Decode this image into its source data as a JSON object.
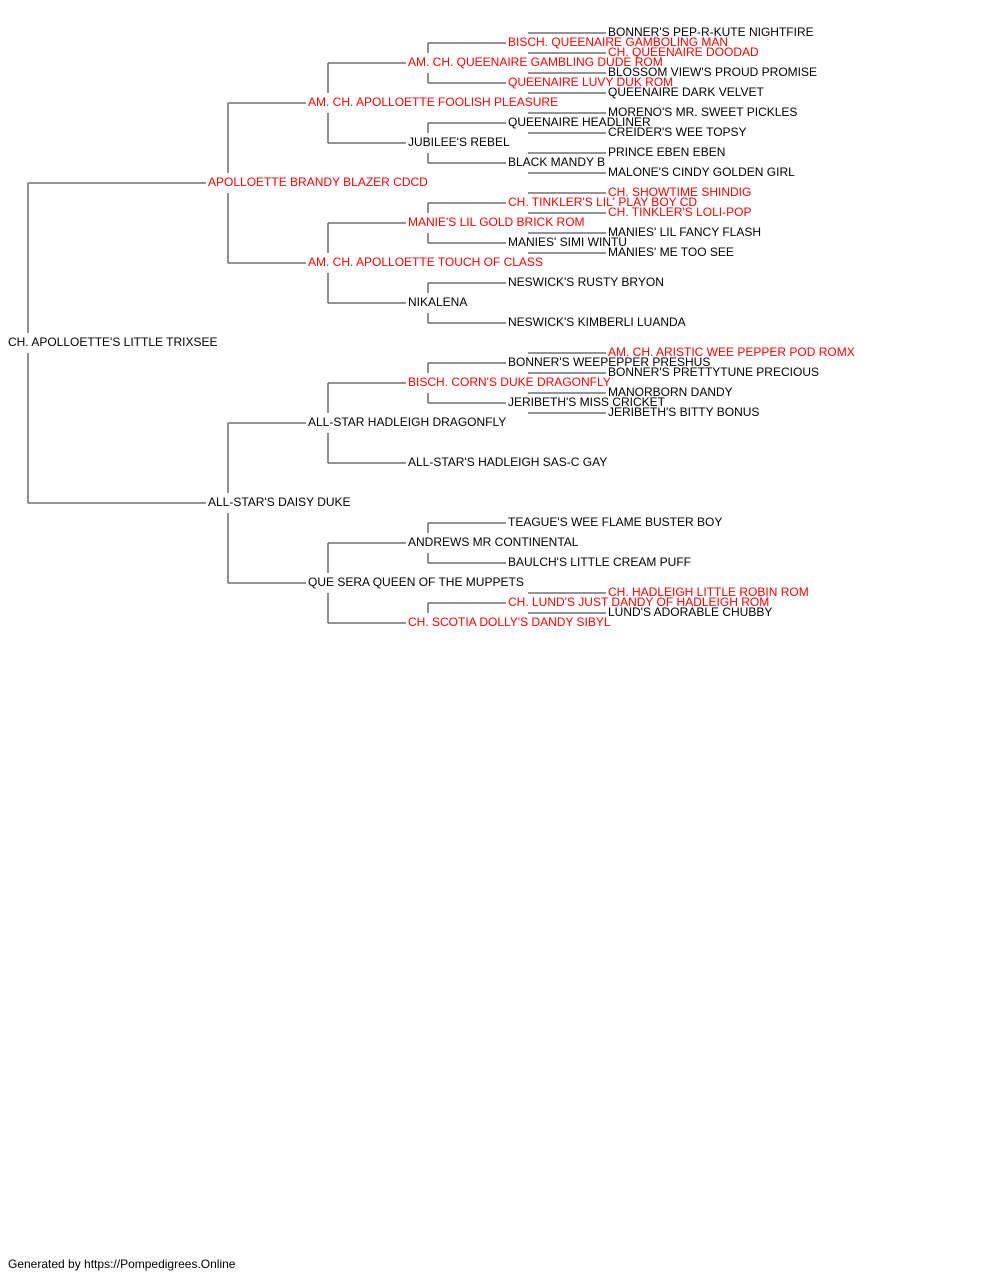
{
  "colors": {
    "champion": "#ff0000",
    "normal": "#000000",
    "line": "#555555"
  },
  "footer": "Generated by https://Pompedigrees.Online",
  "pedigree": {
    "name": "CH. APOLLOETTE'S LITTLE TRIXSEE",
    "title": false,
    "sire": {
      "name": "APOLLOETTE BRANDY BLAZER CDCD",
      "title": true,
      "sire": {
        "name": "AM. CH. APOLLOETTE FOOLISH PLEASURE",
        "title": true,
        "sire": {
          "name": "AM. CH. QUEENAIRE GAMBLING DUDE ROM",
          "title": true,
          "sire": {
            "name": "BISCH. QUEENAIRE GAMBOLING MAN",
            "title": true,
            "sire": {
              "name": "BONNER'S PEP-R-KUTE NIGHTFIRE",
              "title": false
            },
            "dam": {
              "name": "CH. QUEENAIRE DOODAD",
              "title": true
            }
          },
          "dam": {
            "name": "QUEENAIRE LUVY DUK ROM",
            "title": true,
            "sire": {
              "name": "BLOSSOM VIEW'S PROUD PROMISE",
              "title": false
            },
            "dam": {
              "name": "QUEENAIRE DARK VELVET",
              "title": false
            }
          }
        },
        "dam": {
          "name": "JUBILEE'S REBEL",
          "title": false,
          "sire": {
            "name": "QUEENAIRE HEADLINER",
            "title": false,
            "sire": {
              "name": "MORENO'S MR. SWEET PICKLES",
              "title": false
            },
            "dam": {
              "name": "CREIDER'S WEE TOPSY",
              "title": false
            }
          },
          "dam": {
            "name": "BLACK MANDY B",
            "title": false,
            "sire": {
              "name": "PRINCE EBEN EBEN",
              "title": false
            },
            "dam": {
              "name": "MALONE'S CINDY GOLDEN GIRL",
              "title": false
            }
          }
        }
      },
      "dam": {
        "name": "AM. CH. APOLLOETTE TOUCH OF CLASS",
        "title": true,
        "sire": {
          "name": "MANIE'S LIL GOLD BRICK ROM",
          "title": true,
          "sire": {
            "name": "CH. TINKLER'S LIL' PLAY BOY CD",
            "title": true,
            "sire": {
              "name": "CH. SHOWTIME SHINDIG",
              "title": true
            },
            "dam": {
              "name": "CH. TINKLER'S LOLI-POP",
              "title": true
            }
          },
          "dam": {
            "name": "MANIES' SIMI WINTU",
            "title": false,
            "sire": {
              "name": "MANIES' LIL FANCY FLASH",
              "title": false
            },
            "dam": {
              "name": "MANIES' ME TOO SEE",
              "title": false
            }
          }
        },
        "dam": {
          "name": "NIKALENA",
          "title": false,
          "sire": {
            "name": "NESWICK'S RUSTY BRYON",
            "title": false
          },
          "dam": {
            "name": "NESWICK'S KIMBERLI LUANDA",
            "title": false
          }
        }
      }
    },
    "dam": {
      "name": "ALL-STAR'S DAISY DUKE",
      "title": false,
      "sire": {
        "name": "ALL-STAR HADLEIGH DRAGONFLY",
        "title": false,
        "sire": {
          "name": "BISCH. CORN'S DUKE DRAGONFLY",
          "title": true,
          "sire": {
            "name": "BONNER'S WEEPEPPER PRESHUS",
            "title": false,
            "sire": {
              "name": "AM. CH. ARISTIC WEE PEPPER POD ROMX",
              "title": true
            },
            "dam": {
              "name": "BONNER'S PRETTYTUNE PRECIOUS",
              "title": false
            }
          },
          "dam": {
            "name": "JERIBETH'S MISS CRICKET",
            "title": false,
            "sire": {
              "name": "MANORBORN DANDY",
              "title": false
            },
            "dam": {
              "name": "JERIBETH'S BITTY BONUS",
              "title": false
            }
          }
        },
        "dam": {
          "name": "ALL-STAR'S HADLEIGH SAS-C GAY",
          "title": false
        }
      },
      "dam": {
        "name": "QUE SERA QUEEN OF THE MUPPETS",
        "title": false,
        "sire": {
          "name": "ANDREWS MR CONTINENTAL",
          "title": false,
          "sire": {
            "name": "TEAGUE'S WEE FLAME BUSTER BOY",
            "title": false
          },
          "dam": {
            "name": "BAULCH'S LITTLE CREAM PUFF",
            "title": false
          }
        },
        "dam": {
          "name": "CH. SCOTIA DOLLY'S DANDY SIBYL",
          "title": true,
          "sire": {
            "name": "CH. LUND'S JUST DANDY OF HADLEIGH ROM",
            "title": true,
            "sire": {
              "name": "CH. HADLEIGH LITTLE ROBIN ROM",
              "title": true
            },
            "dam": {
              "name": "LUND'S ADORABLE CHUBBY",
              "title": false
            }
          }
        }
      }
    }
  }
}
